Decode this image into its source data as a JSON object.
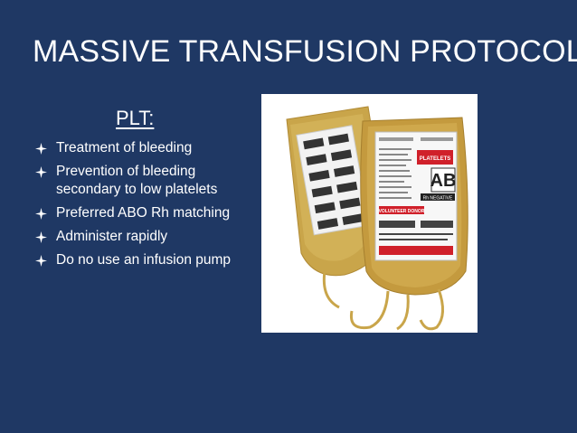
{
  "slide": {
    "title": "MASSIVE TRANSFUSION PROTOCOL",
    "subheading": "PLT:",
    "bullets": [
      " Treatment of  bleeding",
      " Prevention of bleeding secondary to low platelets",
      "Preferred ABO Rh matching",
      "Administer rapidly",
      "Do no use an infusion pump"
    ],
    "bullet_icon": "diamond-bullet-icon"
  },
  "photo": {
    "description_icon": "platelet-bag-image",
    "label": {
      "blood_group": "AB",
      "rh": "Rh NEGATIVE",
      "product": "PLATELETS",
      "donor": "VOLUNTEER DONOR"
    }
  },
  "colors": {
    "background": "#1f3864",
    "text": "#ffffff",
    "bag_fluid": "#c9a54a"
  }
}
